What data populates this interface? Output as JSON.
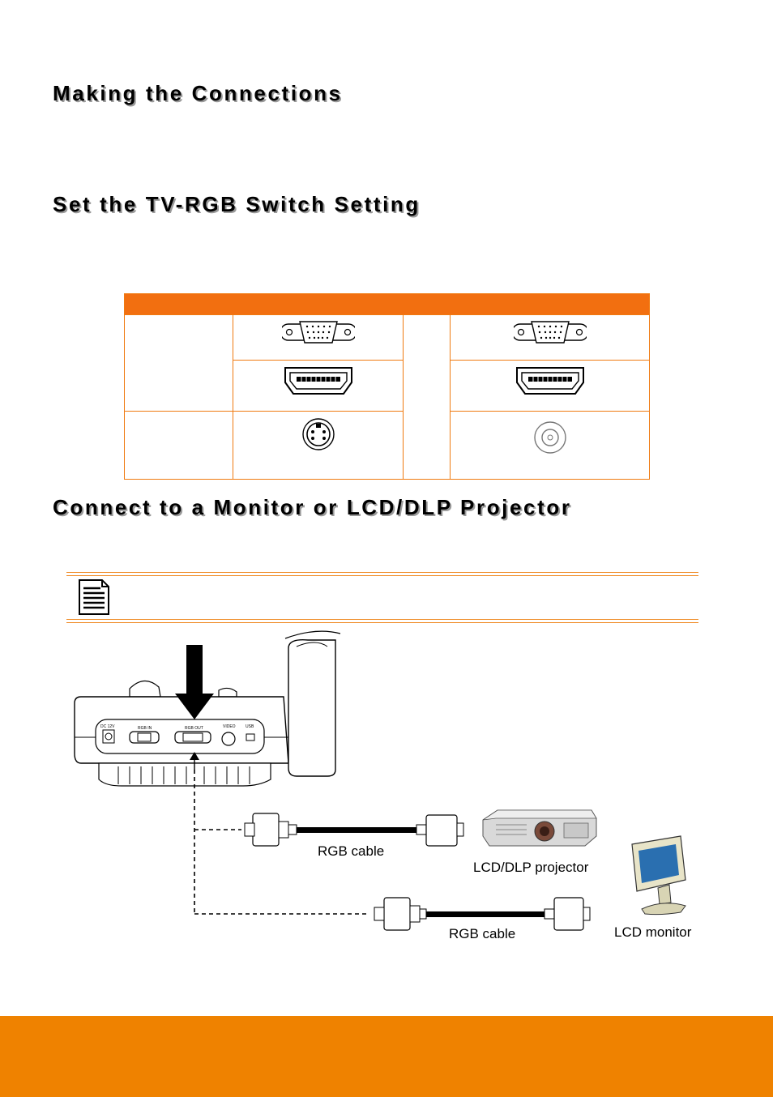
{
  "sections": {
    "making_connections": "Making the Connections",
    "tv_rgb_switch": "Set the TV-RGB Switch Setting",
    "connect_monitor": "Connect to a Monitor or LCD/DLP Projector"
  },
  "diagram": {
    "port_labels": [
      "DC 12V",
      "RGB IN",
      "RGB OUT",
      "VIDEO",
      "USB"
    ],
    "cable_label_top": "RGB cable",
    "cable_label_bottom": "RGB cable",
    "projector_label": "LCD/DLP projector",
    "monitor_label": "LCD monitor"
  },
  "table": {
    "rows": [
      {
        "left_port": "vga-port-icon",
        "right_port": "vga-port-icon"
      },
      {
        "left_port": "hdmi-port-icon",
        "right_port": "hdmi-port-icon"
      },
      {
        "left_port": "s-video-port-icon",
        "right_port": "composite-video-port-icon"
      }
    ]
  },
  "colors": {
    "accent_orange": "#ef8200",
    "table_header": "#f26f10",
    "table_border": "#f07a10"
  }
}
